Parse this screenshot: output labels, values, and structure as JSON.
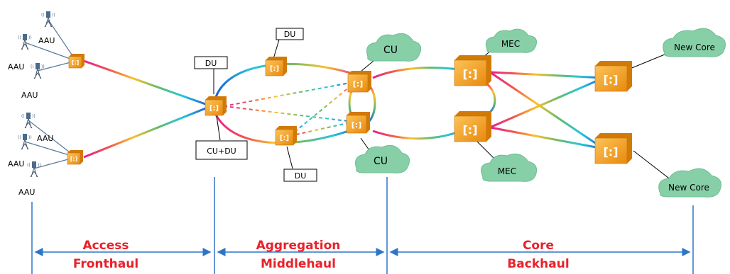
{
  "labels": {
    "aau": "AAU",
    "du": "DU",
    "cu_du": "CU+DU",
    "cu": "CU",
    "mec": "MEC",
    "new_core": "New Core"
  },
  "segments": [
    {
      "title": "Access",
      "subtitle": "Fronthaul"
    },
    {
      "title": "Aggregation",
      "subtitle": "Middlehaul"
    },
    {
      "title": "Core",
      "subtitle": "Backhaul"
    }
  ],
  "colors": {
    "device_orange": "#f5a623",
    "device_dark": "#e08a0e",
    "cloud_green": "#86cfa7",
    "segment_red": "#e8212a",
    "arrow_blue": "#2e75c8",
    "link_blue": "#2f7bd3"
  }
}
